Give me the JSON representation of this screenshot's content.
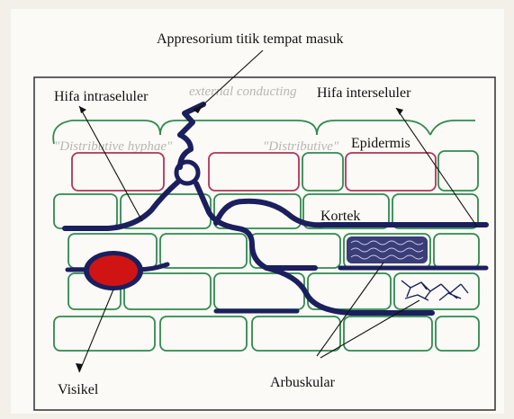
{
  "labels": {
    "appresorium": "Appresorium  titik tempat masuk",
    "hifa_intraseluler": "Hifa intraseluler",
    "hifa_interseluler": "Hifa interseluler",
    "epidermis": "Epidermis",
    "kortek": "Kortek",
    "visikel": "Visikel",
    "arbuskular": "Arbuskular"
  },
  "colors": {
    "cell_wall": "#2f8a4e",
    "epidermis_cell": "#b0355a",
    "hyphae": "#1b1f5e",
    "vesicle": "#d01414",
    "frame": "#3d3d3d",
    "background": "#f3f0ea",
    "page": "#fbfaf6"
  }
}
